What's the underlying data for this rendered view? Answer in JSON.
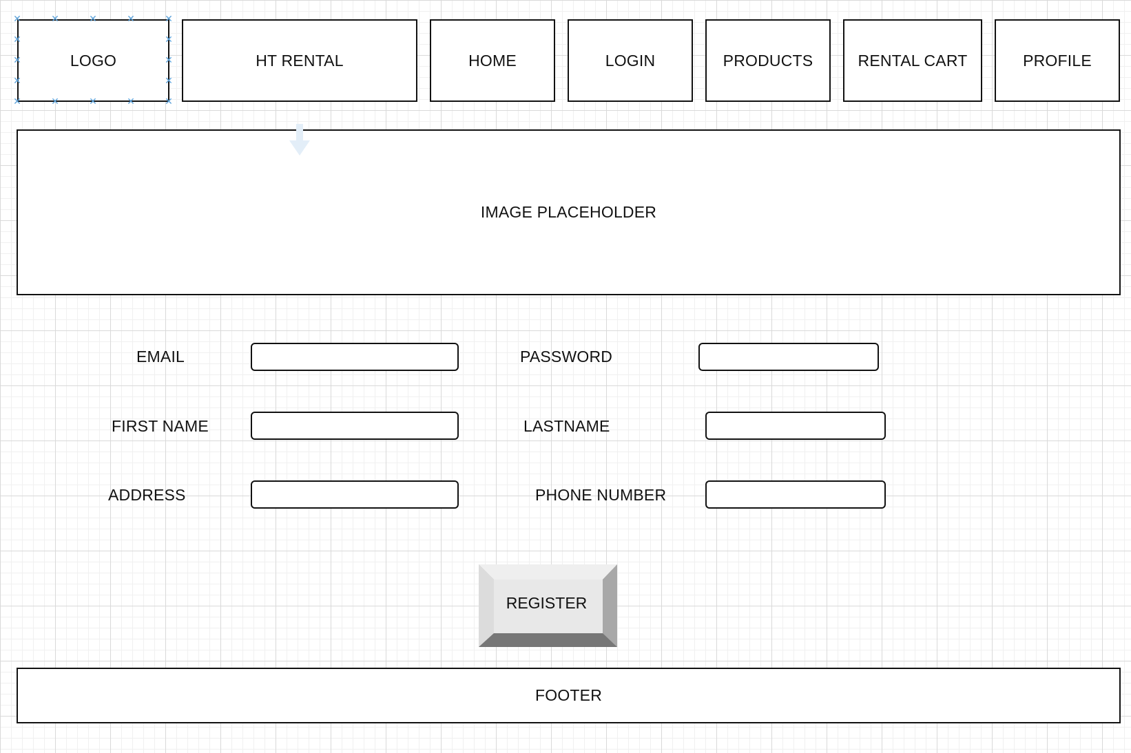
{
  "header": {
    "logo": "LOGO",
    "brand": "HT RENTAL",
    "nav": {
      "home": "HOME",
      "login": "LOGIN",
      "products": "PRODUCTS",
      "rental_cart": "RENTAL CART",
      "profile": "PROFILE"
    }
  },
  "hero": {
    "label": "IMAGE PLACEHOLDER"
  },
  "form": {
    "email_label": "EMAIL",
    "password_label": "PASSWORD",
    "first_name_label": "FIRST NAME",
    "lastname_label": "LASTNAME",
    "address_label": "ADDRESS",
    "phone_label": "PHONE NUMBER",
    "register_label": "REGISTER"
  },
  "footer": {
    "label": "FOOTER"
  },
  "colors": {
    "selection_handle": "#5aa0d8",
    "border": "#111111",
    "button_face": "#e8e8e8",
    "button_shadow": "#777777"
  },
  "icons": {
    "drag_hint": "arrow-down-icon",
    "selection": "selection-handle-icon"
  }
}
